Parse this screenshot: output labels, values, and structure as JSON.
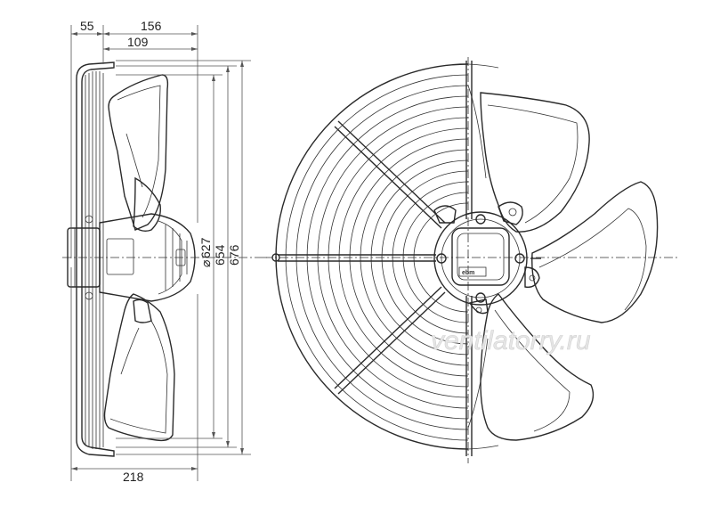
{
  "dimensions": {
    "width_total": "156",
    "width_front": "55",
    "width_inner": "109",
    "depth_total": "218",
    "dia_blade": "627",
    "height_guard": "654",
    "height_total": "676"
  },
  "symbols": {
    "diameter": "⌀"
  },
  "watermark": "ventilatorry.ru",
  "motor_logo": "ebm"
}
